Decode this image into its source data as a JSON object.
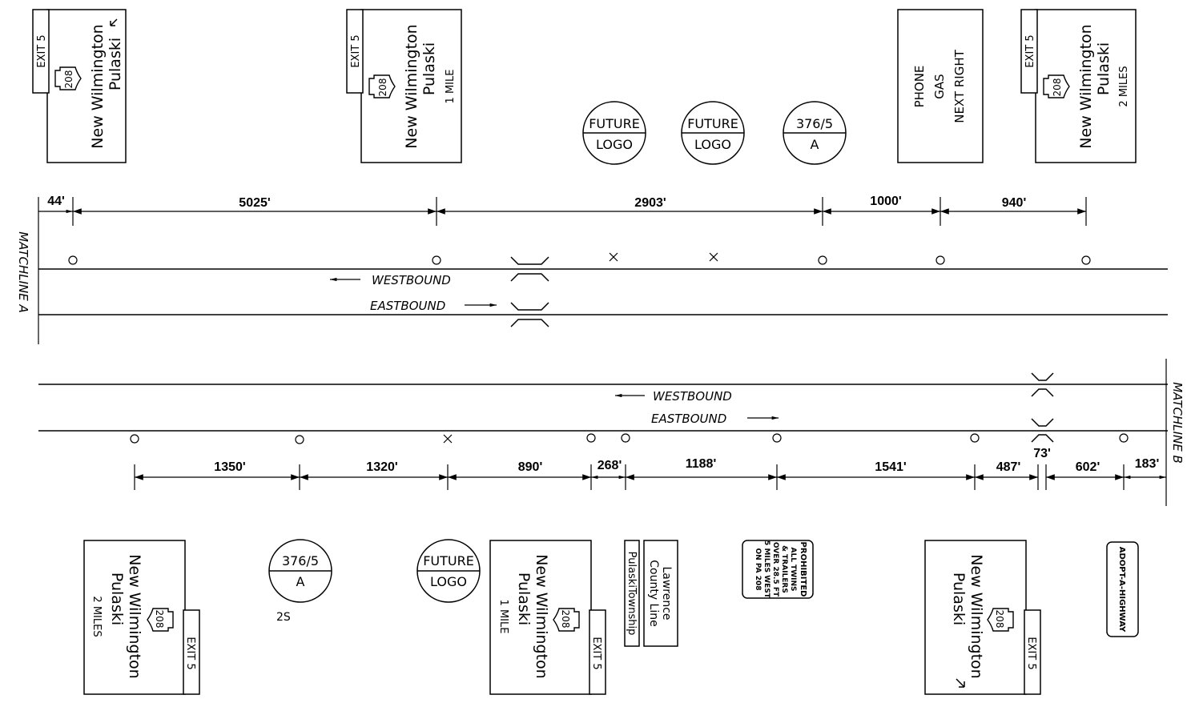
{
  "dimensions_top": [
    "44'",
    "5025'",
    "2903'",
    "1000'",
    "940'"
  ],
  "dimensions_bottom": [
    "1350'",
    "1320'",
    "890'",
    "268'",
    "1188'",
    "1541'",
    "487'",
    "73'",
    "602'",
    "183'"
  ],
  "directions": {
    "west": "WESTBOUND",
    "east": "EASTBOUND"
  },
  "matchlines": {
    "a": "MATCHLINE A",
    "b": "MATCHLINE B"
  },
  "guide_sign": {
    "exit": "EXIT 5",
    "route": "208",
    "line1": "New Wilmington",
    "line2": "Pulaski",
    "one_mile": "1 MILE",
    "two_miles": "2 MILES"
  },
  "logo_signs": {
    "future_top": "FUTURE",
    "future_bottom": "LOGO",
    "mile_top": "376/5",
    "mile_bottom": "A",
    "mile_label": "2S"
  },
  "services_sign": [
    "PHONE",
    "GAS",
    "NEXT RIGHT"
  ],
  "county_sign": {
    "county_line1": "Lawrence",
    "county_line2": "County Line",
    "township": "PulaskiTownship"
  },
  "prohibited_sign": [
    "PROHIBITED",
    "ALL TWINS",
    "& TRAILERS",
    "OVER 28.5 FT",
    "5 MILES WEST",
    "ON PA 208"
  ],
  "adopt_sign": "ADOPT-A-HIGHWAY"
}
